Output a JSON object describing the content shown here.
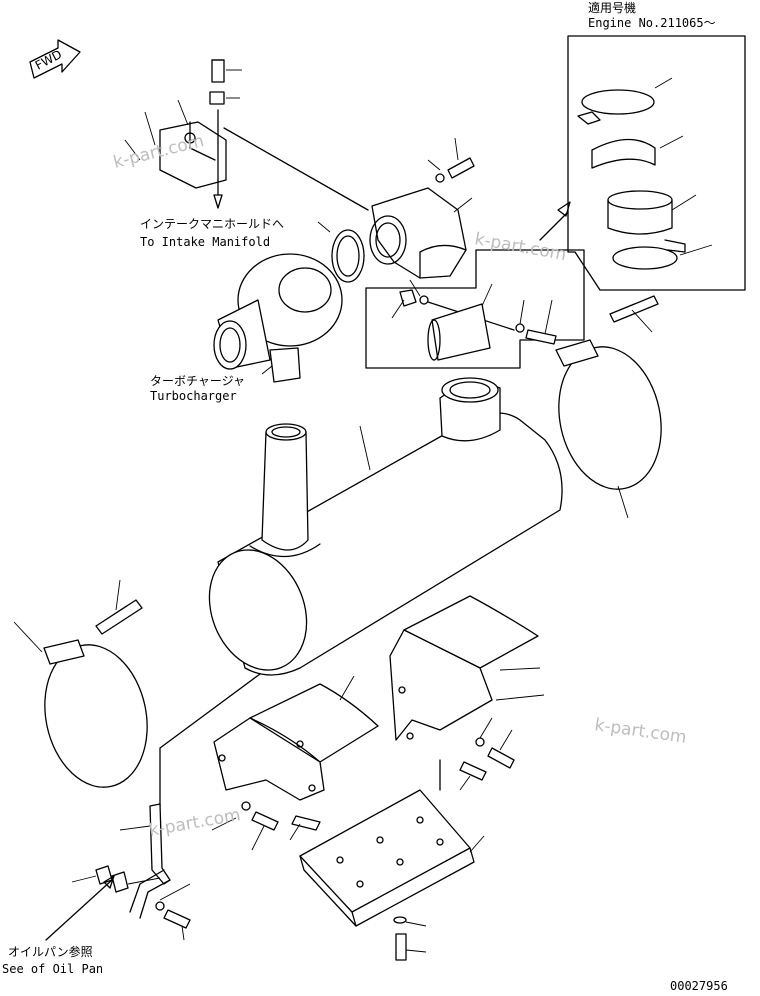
{
  "direction_marker": "FWD",
  "serial_box": {
    "title_jp": "適用号機",
    "title_en": "Engine No.211065～"
  },
  "callouts": {
    "intake_jp": "インテークマニホールドへ",
    "intake_en": "To Intake Manifold",
    "turbo_jp": "ターボチャージャ",
    "turbo_en": "Turbocharger",
    "oilpan_jp": "オイルパン参照",
    "oilpan_en": "See of Oil Pan"
  },
  "watermarks": [
    "k-part.com",
    "k-part.com",
    "k-part.com",
    "k-part.com"
  ],
  "drawing_number": "00027956",
  "colors": {
    "line": "#000000",
    "watermark": "#bdbdbd",
    "background": "#ffffff"
  }
}
